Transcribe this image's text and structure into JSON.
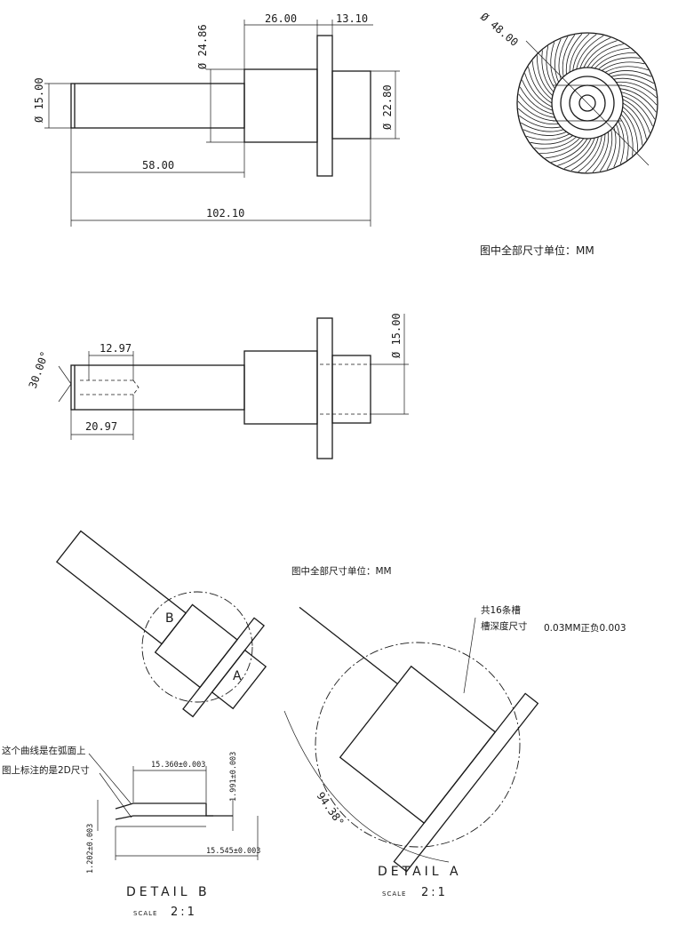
{
  "view_top": {
    "dims": {
      "d15": "Ø 15.00",
      "d2486": "Ø 24.86",
      "l2600": "26.00",
      "l310": "13.10",
      "d2280": "Ø 22.80",
      "l5800": "58.00",
      "l10210": "102.10"
    }
  },
  "view_end": {
    "dims": {
      "d4800": "Ø 48.00"
    },
    "unit_note": "图中全部尺寸单位：MM"
  },
  "view_section": {
    "dims": {
      "l1297": "12.97",
      "a3000": "30.00°",
      "l2097": "20.97",
      "d1500": "Ø 15.00"
    }
  },
  "view_iso": {
    "unit_note": "图中全部尺寸单位：MM",
    "label_b": "B",
    "label_a": "A"
  },
  "detail_a": {
    "groove_note1": "共16条槽",
    "groove_note2": "槽深度尺寸",
    "groove_tol": "0.03MM正负0.003",
    "angle": "94.38°",
    "title": "DETAIL A",
    "scale_label": "SCALE",
    "scale_value": "2:1"
  },
  "detail_b": {
    "note1": "这个曲线是在弧面上",
    "note2": "图上标注的是2D尺寸",
    "d15360": "15.360±0.003",
    "d1991": "1.991±0.003",
    "d1202": "1.202±0.003",
    "d15545": "15.545±0.003",
    "title": "DETAIL B",
    "scale_label": "SCALE",
    "scale_value": "2:1"
  }
}
